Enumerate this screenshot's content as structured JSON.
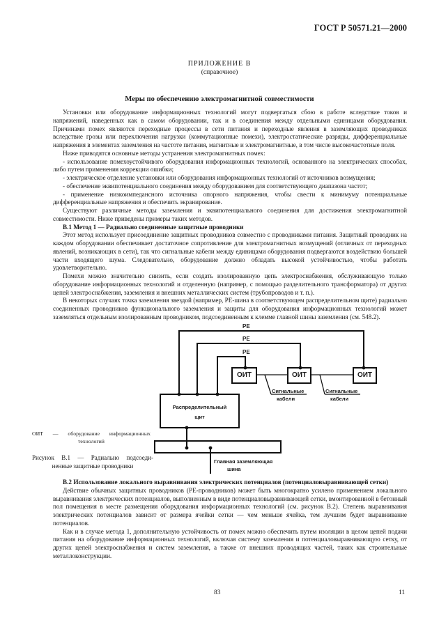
{
  "header": {
    "doc_code": "ГОСТ Р 50571.21—2000"
  },
  "appendix": {
    "title": "ПРИЛОЖЕНИЕ В",
    "subtitle": "(справочное)"
  },
  "section_title": "Меры по обеспечению электромагнитной совместимости",
  "part1": [
    {
      "type": "p",
      "text": "Установки или оборудование информационных технологий могут подвергаться сбою в работе вследствие токов и напряжений, наведенных как в самом оборудовании, так и в соединения между отдельными единицами оборудования. Причинами помех являются переходные процессы в сети питания и переходные явления в заземляющих проводниках вследствие грозы или переключения нагрузки (коммутационные помехи), электростатические разряды, дифференциальные напряжения в элементах заземления на частоте питания, магнитные и электромагнитные, в том числе высокочастотные поля."
    },
    {
      "type": "p",
      "text": "Ниже приводятся основные методы устранения электромагнитных помех:"
    },
    {
      "type": "p",
      "text": "- использование помехоустойчивого оборудования информационных технологий, основанного на электрических способах, либо путем применения коррекции ошибки;"
    },
    {
      "type": "p",
      "text": "- электрическое отделение установки или оборудования информационных технологий от источников возмущения;"
    },
    {
      "type": "p",
      "text": "- обеспечение эквипотенциального соединения между оборудованием для соответствующего диапазона частот;"
    },
    {
      "type": "p",
      "text": "- применение низкоимпедансного источника опорного напряжения, чтобы свести к минимуму потенциальные дифференциальные напряжения и обеспечить экранирование."
    },
    {
      "type": "p",
      "text": "Существуют различные методы заземления и эквипотенциального соединения для достижения электромагнитной совместимости. Ниже приведены примеры таких методов."
    },
    {
      "type": "h",
      "text": "В.1 Метод 1 — Радиально соединенные защитные проводники"
    },
    {
      "type": "p",
      "text": "Этот метод использует присоединение защитных проводников совместно с проводниками питания. Защитный проводник на каждом оборудовании обеспечивает достаточное сопротивление для электромагнитных возмущений (отличных от переходных явлений, возникающих в сети), так что сигнальные кабели между единицами оборудования подвергаются воздействию большей части входящего шума. Следовательно, оборудование должно обладать высокой устойчивостью, чтобы работать удовлетворительно."
    },
    {
      "type": "p",
      "text": "Помехи можно значительно снизить, если создать изолированную цепь электроснабжения, обслуживающую только оборудование информационных технологий и отделенную (например, с помощью разделительного трансформатора) от других цепей электроснабжения, заземления и внешних металлических систем (трубопроводов и т. п.)."
    },
    {
      "type": "p",
      "text": "В некоторых случаях точка заземления звездой (например, PE-шина в соответствующем распределительном щите) радиально соединенных проводников функционального заземления и защиты для оборудования информационных технологий может заземляться отдельным изолированным проводником, подсоединенным к клемме главной шины заземления (см. 548.2)."
    }
  ],
  "figure": {
    "pe_labels": [
      "PE",
      "PE",
      "PE"
    ],
    "equipment_labels": [
      "ОИТ",
      "ОИТ",
      "ОИТ"
    ],
    "signal_cables": [
      {
        "line1": "Сигнальные",
        "line2": "кабели"
      },
      {
        "line1": "Сигнальные",
        "line2": "кабели"
      }
    ],
    "distribution_board": {
      "line1": "Распределительный",
      "line2": "щит"
    },
    "main_bus": {
      "line1": "Главная заземляющая",
      "line2": "шина"
    },
    "legend": {
      "line1": "ОИТ — оборудование информационных",
      "line2": "технологий"
    },
    "caption": {
      "line1": "Рисунок В.1 — Радиально подсоеди-",
      "line2": "ненные защитные проводники"
    }
  },
  "part2": [
    {
      "type": "h",
      "text": "В.2 Использование локального выравнивания электрических потенциалов (потенциаловыравнивающей сетки)"
    },
    {
      "type": "p",
      "text": "Действие обычных защитных проводников (PE-проводников) может быть многократно усилено применением локального выравнивания электрических потенциалов, выполненным в виде потенциаловыравнивающей сетки, вмонтированной в бетонный пол помещения в месте размещения оборудования информационных технологий (см. рисунок В.2). Степень выравнивания электрических потенциалов зависит от размера ячейки сетки — чем меньше ячейка, тем лучшим будет выравнивание потенциалов."
    },
    {
      "type": "p",
      "text": "Как и в случае метода 1, дополнительную устойчивость от помех можно обеспечить путем изоляции в целом цепей подачи питания на оборудование информационных технологий, включая систему заземления и потенциаловыравнивающую сетку, от других цепей электроснабжения и систем заземления, а также от внешних проводящих частей, таких как строительные металлоконструкции."
    }
  ],
  "footer": {
    "page_center": "83",
    "page_right": "11"
  }
}
